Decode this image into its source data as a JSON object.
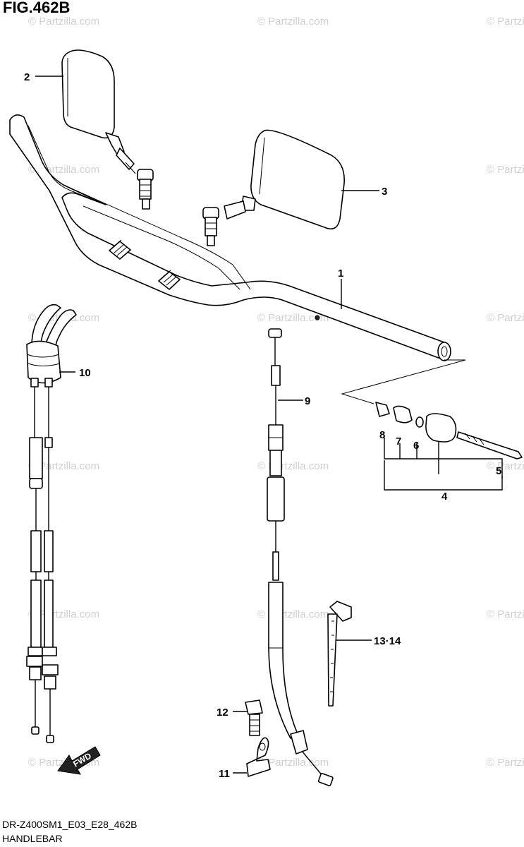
{
  "figure_title": "FIG.462B",
  "watermark_text": "© Partzilla.com",
  "fwd_label": "FWD",
  "footer": {
    "code": "DR-Z400SM1_E03_E28_462B",
    "section": "HANDLEBAR"
  },
  "callouts": {
    "c1": "1",
    "c2": "2",
    "c3": "3",
    "c4": "4",
    "c5": "5",
    "c6": "6",
    "c7": "7",
    "c8": "8",
    "c9": "9",
    "c10": "10",
    "c11": "11",
    "c12": "12",
    "c13_14": "13·14"
  }
}
